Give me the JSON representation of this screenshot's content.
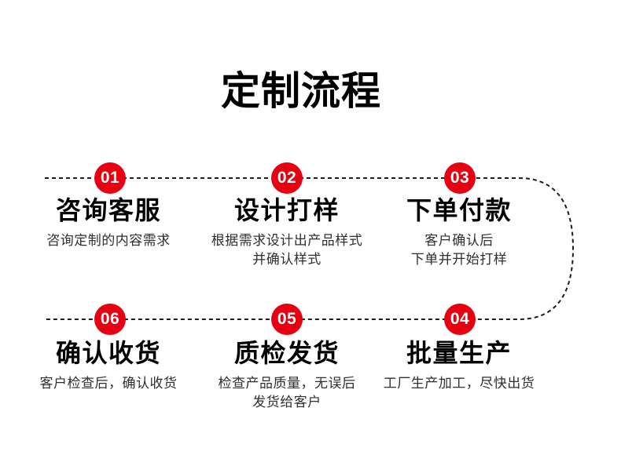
{
  "header": {
    "title": "定制流程"
  },
  "flow": {
    "accent_color": "#e60012",
    "line_color": "#1c1c1c",
    "steps": [
      {
        "number": "01",
        "title": "咨询客服",
        "desc_lines": [
          "咨询定制的内容需求"
        ]
      },
      {
        "number": "02",
        "title": "设计打样",
        "desc_lines": [
          "根据需求设计出产品样式",
          "并确认样式"
        ]
      },
      {
        "number": "03",
        "title": "下单付款",
        "desc_lines": [
          "客户确认后",
          "下单并开始打样"
        ]
      },
      {
        "number": "04",
        "title": "批量生产",
        "desc_lines": [
          "工厂生产加工，尽快出货"
        ]
      },
      {
        "number": "05",
        "title": "质检发货",
        "desc_lines": [
          "检查产品质量，无误后",
          "发货给客户"
        ]
      },
      {
        "number": "06",
        "title": "确认收货",
        "desc_lines": [
          "客户检查后，确认收货"
        ]
      }
    ]
  }
}
